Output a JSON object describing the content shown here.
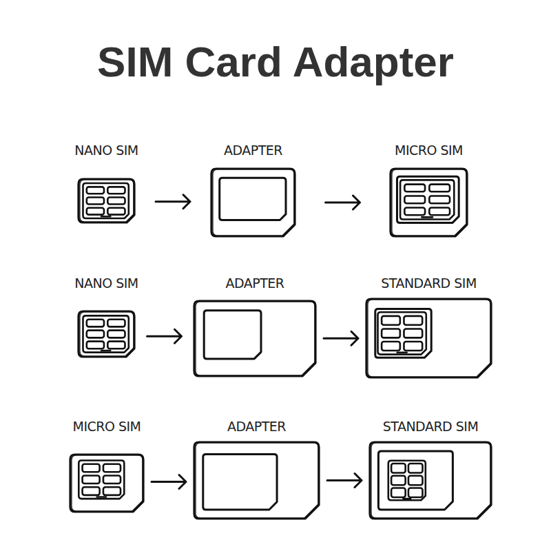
{
  "diagram": {
    "title": "SIM Card Adapter",
    "nodes": [
      {
        "text": [
          "NANO SIM"
        ]
      },
      {
        "text": [
          "ADAPTER"
        ]
      },
      {
        "text": [
          "MICRO SIM"
        ]
      },
      {
        "text": [
          "NANO SIM"
        ]
      },
      {
        "text": [
          "ADAPTER"
        ]
      },
      {
        "text": [
          "STANDARD SIM"
        ]
      },
      {
        "text": [
          "MICRO SIM"
        ]
      },
      {
        "text": [
          "ADAPTER"
        ]
      },
      {
        "text": [
          "STANDARD SIM"
        ]
      }
    ],
    "edges": [
      {
        "from": 0,
        "to": 1,
        "arrow": "to"
      },
      {
        "from": 1,
        "to": 2,
        "arrow": "to"
      },
      {
        "from": 3,
        "to": 4,
        "arrow": "to"
      },
      {
        "from": 4,
        "to": 5,
        "arrow": "to"
      },
      {
        "from": 6,
        "to": 7,
        "arrow": "to"
      },
      {
        "from": 7,
        "to": 8,
        "arrow": "to"
      }
    ]
  }
}
